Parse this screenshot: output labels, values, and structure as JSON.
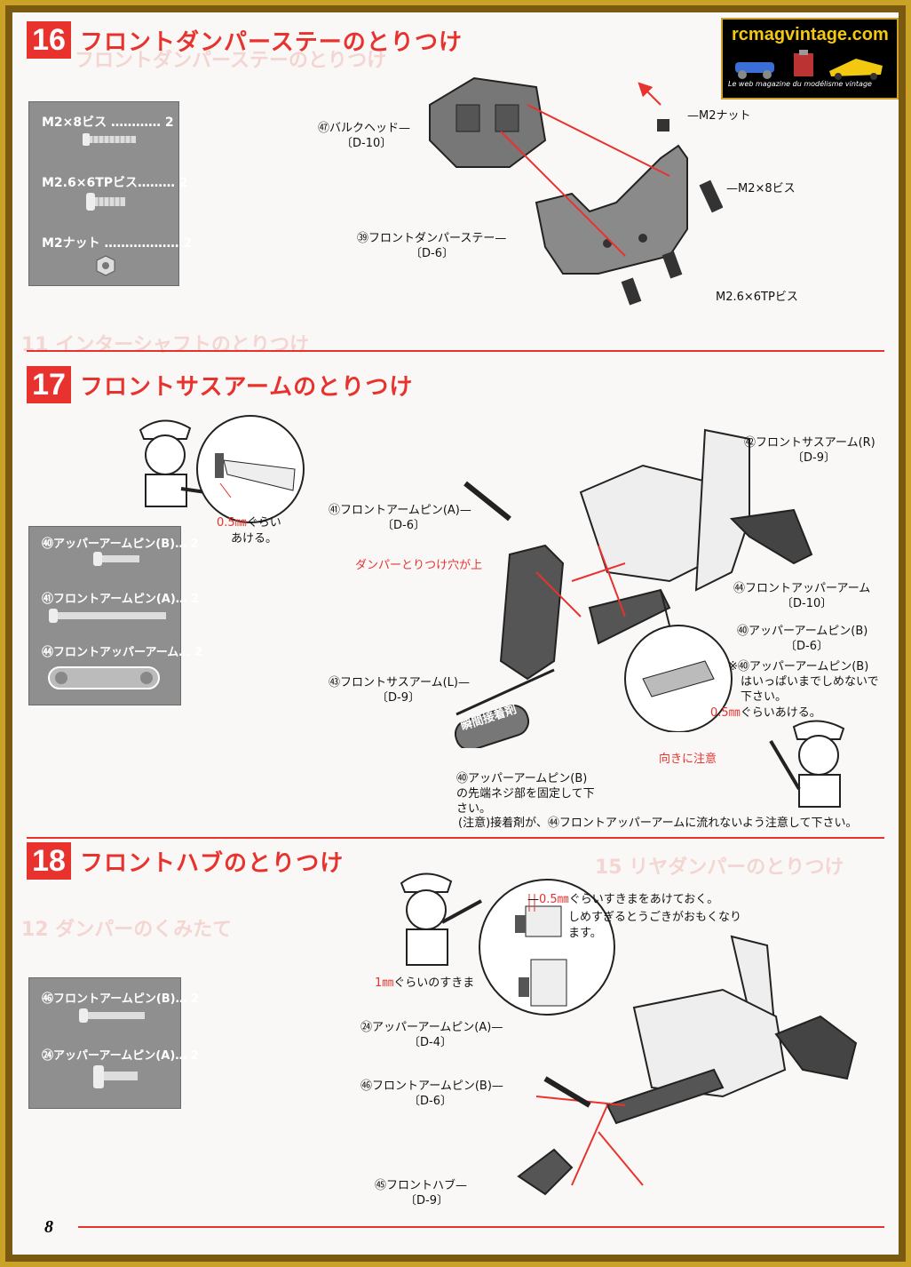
{
  "logo": {
    "site": "rcmagvintage.com",
    "tagline": "Le web magazine du modélisme vintage"
  },
  "s16": {
    "num": "16",
    "title": "フロントダンパーステーのとりつけ",
    "parts": [
      "M2×8ビス ………… 2",
      "M2.6×6TPビス……… 2",
      "M2ナット ……………… 2"
    ],
    "labels": {
      "bulkhead": "㊼バルクヘッド",
      "bulkhead_code": "〔D-10〕",
      "stay": "㊴フロントダンパーステー",
      "stay_code": "〔D-6〕",
      "nut": "M2ナット",
      "screw8": "M2×8ビス",
      "tp": "M2.6×6TPビス"
    }
  },
  "s17": {
    "num": "17",
    "title": "フロントサスアームのとりつけ",
    "parts": [
      "㊵アッパーアームピン(B)… 2",
      "㊶フロントアームピン(A)… 2",
      "㊹フロントアッパーアーム… 2"
    ],
    "labels": {
      "gap1": "0.5㎜",
      "gap1_txt": "ぐらい",
      "gap1_b": "あける。",
      "pinA": "㊶フロントアームピン(A)",
      "pinA_code": "〔D-6〕",
      "damper_hole": "ダンパーとりつけ穴が上",
      "armR": "㊷フロントサスアーム(R)",
      "armR_code": "〔D-9〕",
      "upper_arm": "㊹フロントアッパーアーム",
      "upper_arm_code": "〔D-10〕",
      "upper_pin": "㊵アッパーアームピン(B)",
      "upper_pin_code": "〔D-6〕",
      "note1": "※㊵アッパーアームピン(B)",
      "note2": "はいっぱいまでしめないで",
      "note3": "下さい。",
      "armL": "㊸フロントサスアーム(L)",
      "armL_code": "〔D-9〕",
      "glue": "瞬間接着剤",
      "gap2": "0.5㎜",
      "gap2_txt": "ぐらいあける。",
      "direction": "向きに注意",
      "tip1": "㊵アッパーアームピン(B)",
      "tip2": "の先端ネジ部を固定して下",
      "tip3": "さい。",
      "caution": "(注意)接着剤が、㊹フロントアッパーアームに流れないよう注意して下さい。"
    }
  },
  "s18": {
    "num": "18",
    "title": "フロントハブのとりつけ",
    "parts": [
      "㊻フロントアームピン(B)… 2",
      "㉔アッパーアームピン(A)… 2"
    ],
    "labels": {
      "gap_a": "0.5㎜",
      "gap_a_txt": "ぐらいすきまをあけておく。",
      "gap_b": "しめすぎるとうごきがおもくなり",
      "gap_c": "ます。",
      "gap1mm": "1㎜",
      "gap1mm_txt": "ぐらいのすきま",
      "upin": "㉔アッパーアームピン(A)",
      "upin_code": "〔D-4〕",
      "fpin": "㊻フロントアームピン(B)",
      "fpin_code": "〔D-6〕",
      "hub": "㊺フロントハブ",
      "hub_code": "〔D-9〕"
    }
  },
  "page_number": "8",
  "ghost": {
    "g1": "フロントダンパーステーのとりつけ",
    "g2": "11 インターシャフトのとりつけ",
    "g3": "12 ダンパーのくみたて",
    "g4": "15 リヤダンパーのとりつけ"
  }
}
